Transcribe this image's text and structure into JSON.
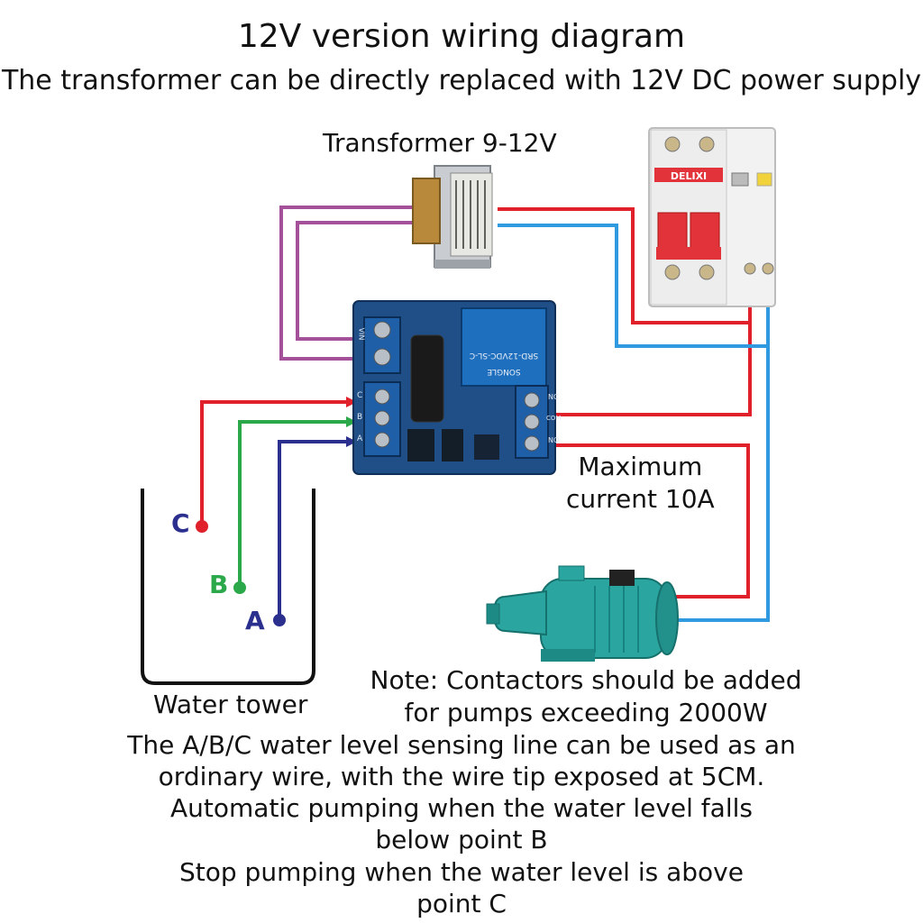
{
  "title": "12V version wiring diagram",
  "subtitle": "The transformer can be directly replaced with 12V DC power supply",
  "transformer_label": "Transformer 9-12V",
  "max_current": [
    "Maximum",
    "current 10A"
  ],
  "water_tower_label": "Water tower",
  "level_labels": {
    "c": "C",
    "b": "B",
    "a": "A"
  },
  "notes": [
    "Note: Contactors should be added",
    "for pumps exceeding 2000W",
    "The A/B/C water level sensing line can be used as an",
    "ordinary wire, with the wire tip exposed at 5CM.",
    "Automatic pumping when the water level falls",
    "below point B",
    "Stop pumping when the water level is above",
    "point C"
  ],
  "relay_text": {
    "model": "SRD-12VDC-SL-C",
    "brand": "SONGLE",
    "logo": "DELIXI",
    "board_left": "VIN",
    "board_abc": [
      "C",
      "B",
      "A"
    ],
    "board_right": [
      "NC",
      "COM",
      "NO"
    ]
  },
  "colors": {
    "wire_red": "#e0202a",
    "wire_blue": "#2f9ae0",
    "wire_purple": "#a4519a",
    "wire_green": "#2aa84a",
    "wire_navy": "#2b2f8e",
    "board": "#1f4f86",
    "terminal": "#1f5fa8",
    "pump": "#2aa5a0",
    "breaker_red": "#e2323a"
  },
  "icons": [
    "transformer-icon",
    "relay-board-icon",
    "breaker-icon",
    "pump-icon",
    "water-tank-icon"
  ]
}
